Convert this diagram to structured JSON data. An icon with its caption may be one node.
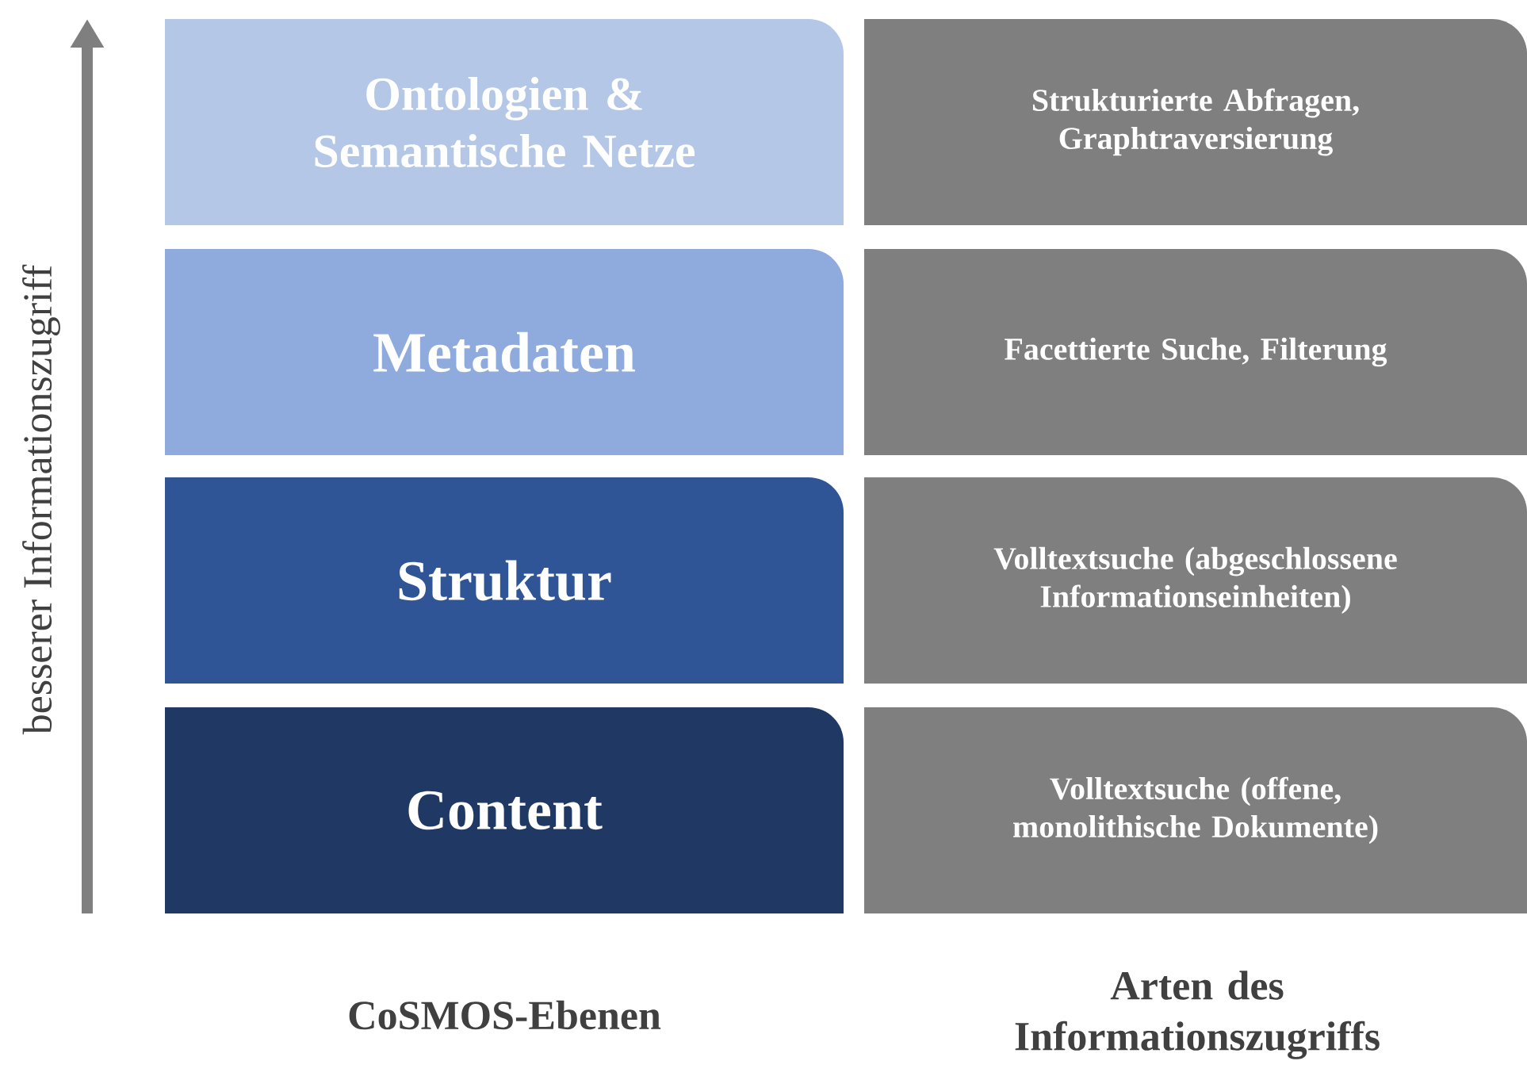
{
  "diagram": {
    "nodes": [
      {
        "text": [
          "Ontologien & Semantische Netze"
        ]
      },
      {
        "text": [
          "Strukturierte Abfragen, Graphtraversierung"
        ]
      },
      {
        "text": [
          "Metadaten"
        ]
      },
      {
        "text": [
          "Facettierte Suche, Filterung"
        ]
      },
      {
        "text": [
          "Struktur"
        ]
      },
      {
        "text": [
          "Volltextsuche (abgeschlossene Informationseinheiten)"
        ]
      },
      {
        "text": [
          "Content"
        ]
      },
      {
        "text": [
          "Volltextsuche (offene, monolithische Dokumente)"
        ]
      }
    ],
    "labels": [
      "besserer Informationszugriff",
      "CoSMOS-Ebenen",
      "Arten des Informationszugriffs"
    ]
  }
}
